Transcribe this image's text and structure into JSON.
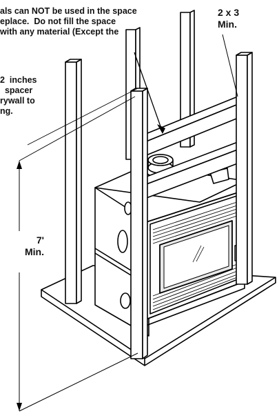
{
  "notes": {
    "top_warning": "als can NOT be used in the space\neplace.  Do not fill the space\nwith any material (Except the",
    "spacer_note": "2  inches\n  spacer\nrywall to\nng."
  },
  "dimensions": {
    "stud_size": "2 x 3\nMin.",
    "min_height": "7'\nMin."
  },
  "colors": {
    "line": "#000000",
    "glass": "#e8e8e8",
    "paper": "#ffffff"
  },
  "icons": [
    "arrowhead-icon",
    "door-handle-icon",
    "vent-pipe-icon"
  ]
}
